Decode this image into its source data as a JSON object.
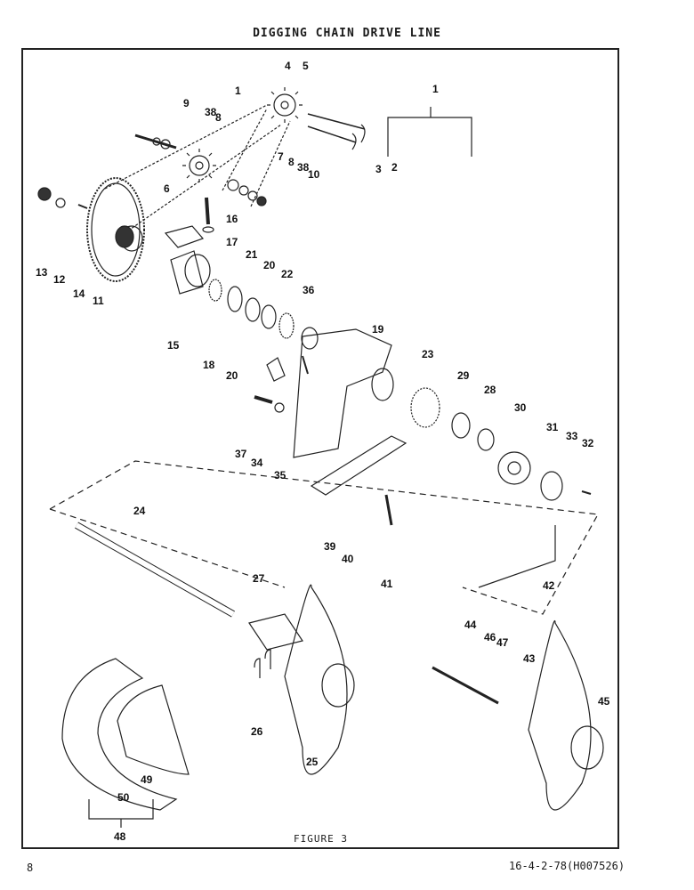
{
  "header": {
    "title": "DIGGING CHAIN DRIVE LINE"
  },
  "figure": {
    "caption": "FIGURE 3"
  },
  "footer": {
    "page_number": "8",
    "doc_id": "16-4-2-78(H007526)"
  },
  "callouts": {
    "c1a": "1",
    "c1b": "1",
    "c2": "2",
    "c3": "3",
    "c4": "4",
    "c5": "5",
    "c6": "6",
    "c7": "7",
    "c8a": "8",
    "c8b": "8",
    "c9": "9",
    "c10": "10",
    "c11": "11",
    "c12": "12",
    "c13": "13",
    "c14": "14",
    "c15": "15",
    "c16": "16",
    "c17": "17",
    "c18": "18",
    "c19": "19",
    "c20a": "20",
    "c20b": "20",
    "c21": "21",
    "c22": "22",
    "c23": "23",
    "c24": "24",
    "c25": "25",
    "c26": "26",
    "c27": "27",
    "c28": "28",
    "c29": "29",
    "c30": "30",
    "c31": "31",
    "c32": "32",
    "c33": "33",
    "c34": "34",
    "c35": "35",
    "c36": "36",
    "c37": "37",
    "c38a": "38",
    "c38b": "38",
    "c39": "39",
    "c40": "40",
    "c41": "41",
    "c42": "42",
    "c43": "43",
    "c44": "44",
    "c45": "45",
    "c46": "46",
    "c47": "47",
    "c48": "48",
    "c49": "49",
    "c50": "50"
  }
}
